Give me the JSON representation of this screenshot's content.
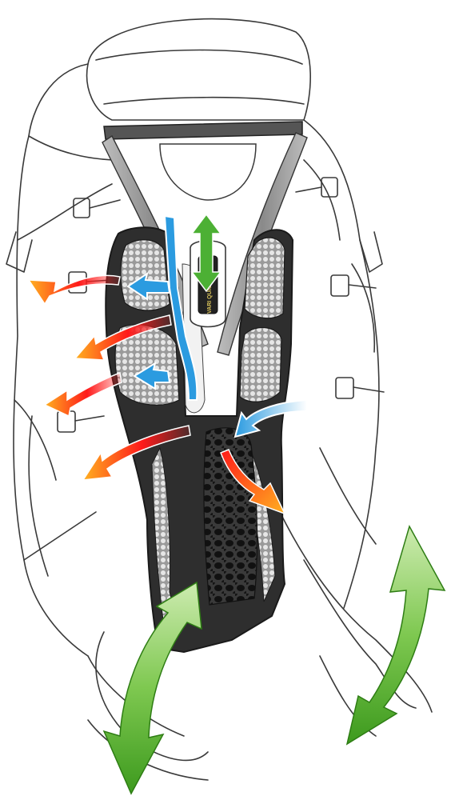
{
  "diagram": {
    "subject": "backpack-back-system-ventilation",
    "logo": {
      "text": "VARI QUICK"
    },
    "colors": {
      "outline": "#3a3a3a",
      "mesh_dark": "#2e2e2e",
      "mesh_light": "#d9d9d9",
      "foam": "#1e1e1e",
      "cool_air": "#2b9be0",
      "warm_air_start": "#ff1a1a",
      "warm_air_end": "#ffb020",
      "movement": "#58b22e",
      "movement_light": "#cdebb0",
      "adjust_arrow": "#3aa83a"
    },
    "arrows": {
      "cool_air_count": 4,
      "warm_air_count": 5,
      "hip_movement_count": 2,
      "length_adjust_count": 1
    }
  }
}
